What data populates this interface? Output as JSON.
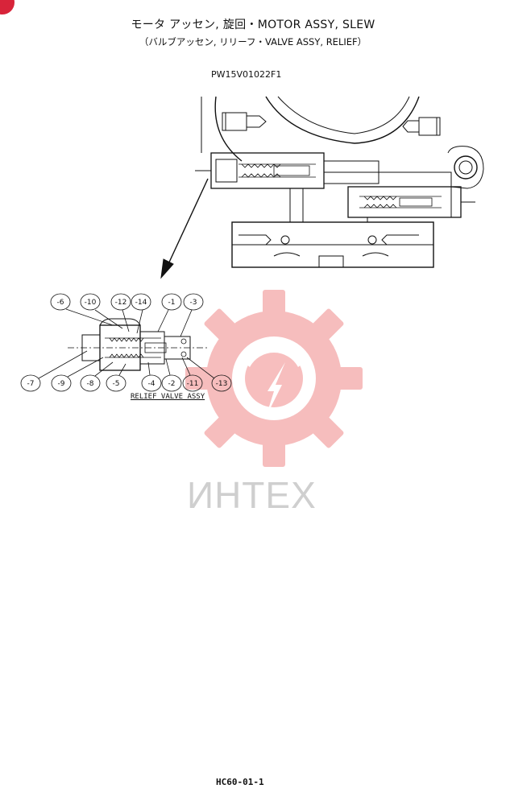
{
  "header": {
    "title": "モータ アッセン, 旋回・MOTOR ASSY, SLEW",
    "subtitle": "（バルブアッセン, リリーフ・VALVE ASSY, RELIEF）",
    "part_number": "PW15V01022F1"
  },
  "detail": {
    "caption": "RELIEF VALVE ASSY",
    "callouts_top": [
      "-6",
      "-10",
      "-12",
      "-14",
      "-1",
      "-3"
    ],
    "callouts_bottom": [
      "-7",
      "-9",
      "-8",
      "-5",
      "-4",
      "-2",
      "-11",
      "-13"
    ]
  },
  "watermark": {
    "text": "ИНТЕХ",
    "color": "#e53935"
  },
  "footer": {
    "code": "HC60-01-1"
  }
}
